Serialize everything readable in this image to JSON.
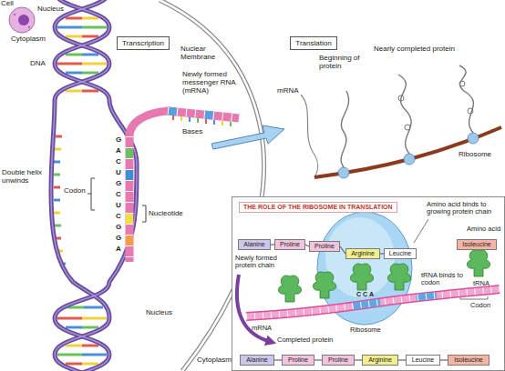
{
  "diagram": {
    "nodes": [
      {
        "text": [
          "Transcription"
        ]
      },
      {
        "text": [
          "Translation"
        ]
      },
      {
        "text": [
          "THE ROLE OF THE RIBOSOME IN TRANSLATION"
        ]
      },
      {
        "text": [
          "Alanine"
        ],
        "in": 2
      },
      {
        "text": [
          "Proline"
        ],
        "in": 2
      },
      {
        "text": [
          "Proline"
        ],
        "in": 2
      },
      {
        "text": [
          "Arginine"
        ],
        "in": 2
      },
      {
        "text": [
          "Leucine"
        ],
        "in": 2
      },
      {
        "text": [
          "Isoleucine"
        ],
        "in": 2
      },
      {
        "text": [
          "Alanine"
        ],
        "in": 2
      },
      {
        "text": [
          "Proline"
        ],
        "in": 2
      },
      {
        "text": [
          "Proline"
        ],
        "in": 2
      },
      {
        "text": [
          "Arginine"
        ],
        "in": 2
      },
      {
        "text": [
          "Leucine"
        ],
        "in": 2
      },
      {
        "text": [
          "Isoleucine"
        ],
        "in": 2
      }
    ],
    "edges": [
      {
        "from": 3,
        "to": 4,
        "arrow": "none"
      },
      {
        "from": 4,
        "to": 5,
        "arrow": "none"
      },
      {
        "from": 5,
        "to": 6,
        "arrow": "none"
      },
      {
        "from": 6,
        "to": 7,
        "arrow": "none"
      },
      {
        "from": 9,
        "to": 10,
        "arrow": "none"
      },
      {
        "from": 10,
        "to": 11,
        "arrow": "none"
      },
      {
        "from": 11,
        "to": 12,
        "arrow": "none"
      },
      {
        "from": 12,
        "to": 13,
        "arrow": "none"
      },
      {
        "from": 13,
        "to": 14,
        "arrow": "none"
      }
    ],
    "labels": [
      "Cell",
      "Nucleus",
      "Cytoplasm",
      "DNA",
      "Nuclear Membrane",
      "Newly formed messenger RNA (mRNA)",
      "Bases",
      "Double helix unwinds",
      "Codon",
      "Nucleotide",
      "Nucleus",
      "Cytoplasm",
      "mRNA",
      "Beginning of protein",
      "Nearly completed protein",
      "Ribosome",
      "Amino acid binds to growing protein chain",
      "Amino acid",
      "Newly formed protein chain",
      "tRNA",
      "tRNA binds to codon",
      "mRNA",
      "Ribosome",
      "Codon",
      "Completed protein",
      "G",
      "A",
      "C",
      "U",
      "G",
      "C",
      "U",
      "C",
      "G",
      "G",
      "A",
      "C",
      "C",
      "A"
    ]
  }
}
